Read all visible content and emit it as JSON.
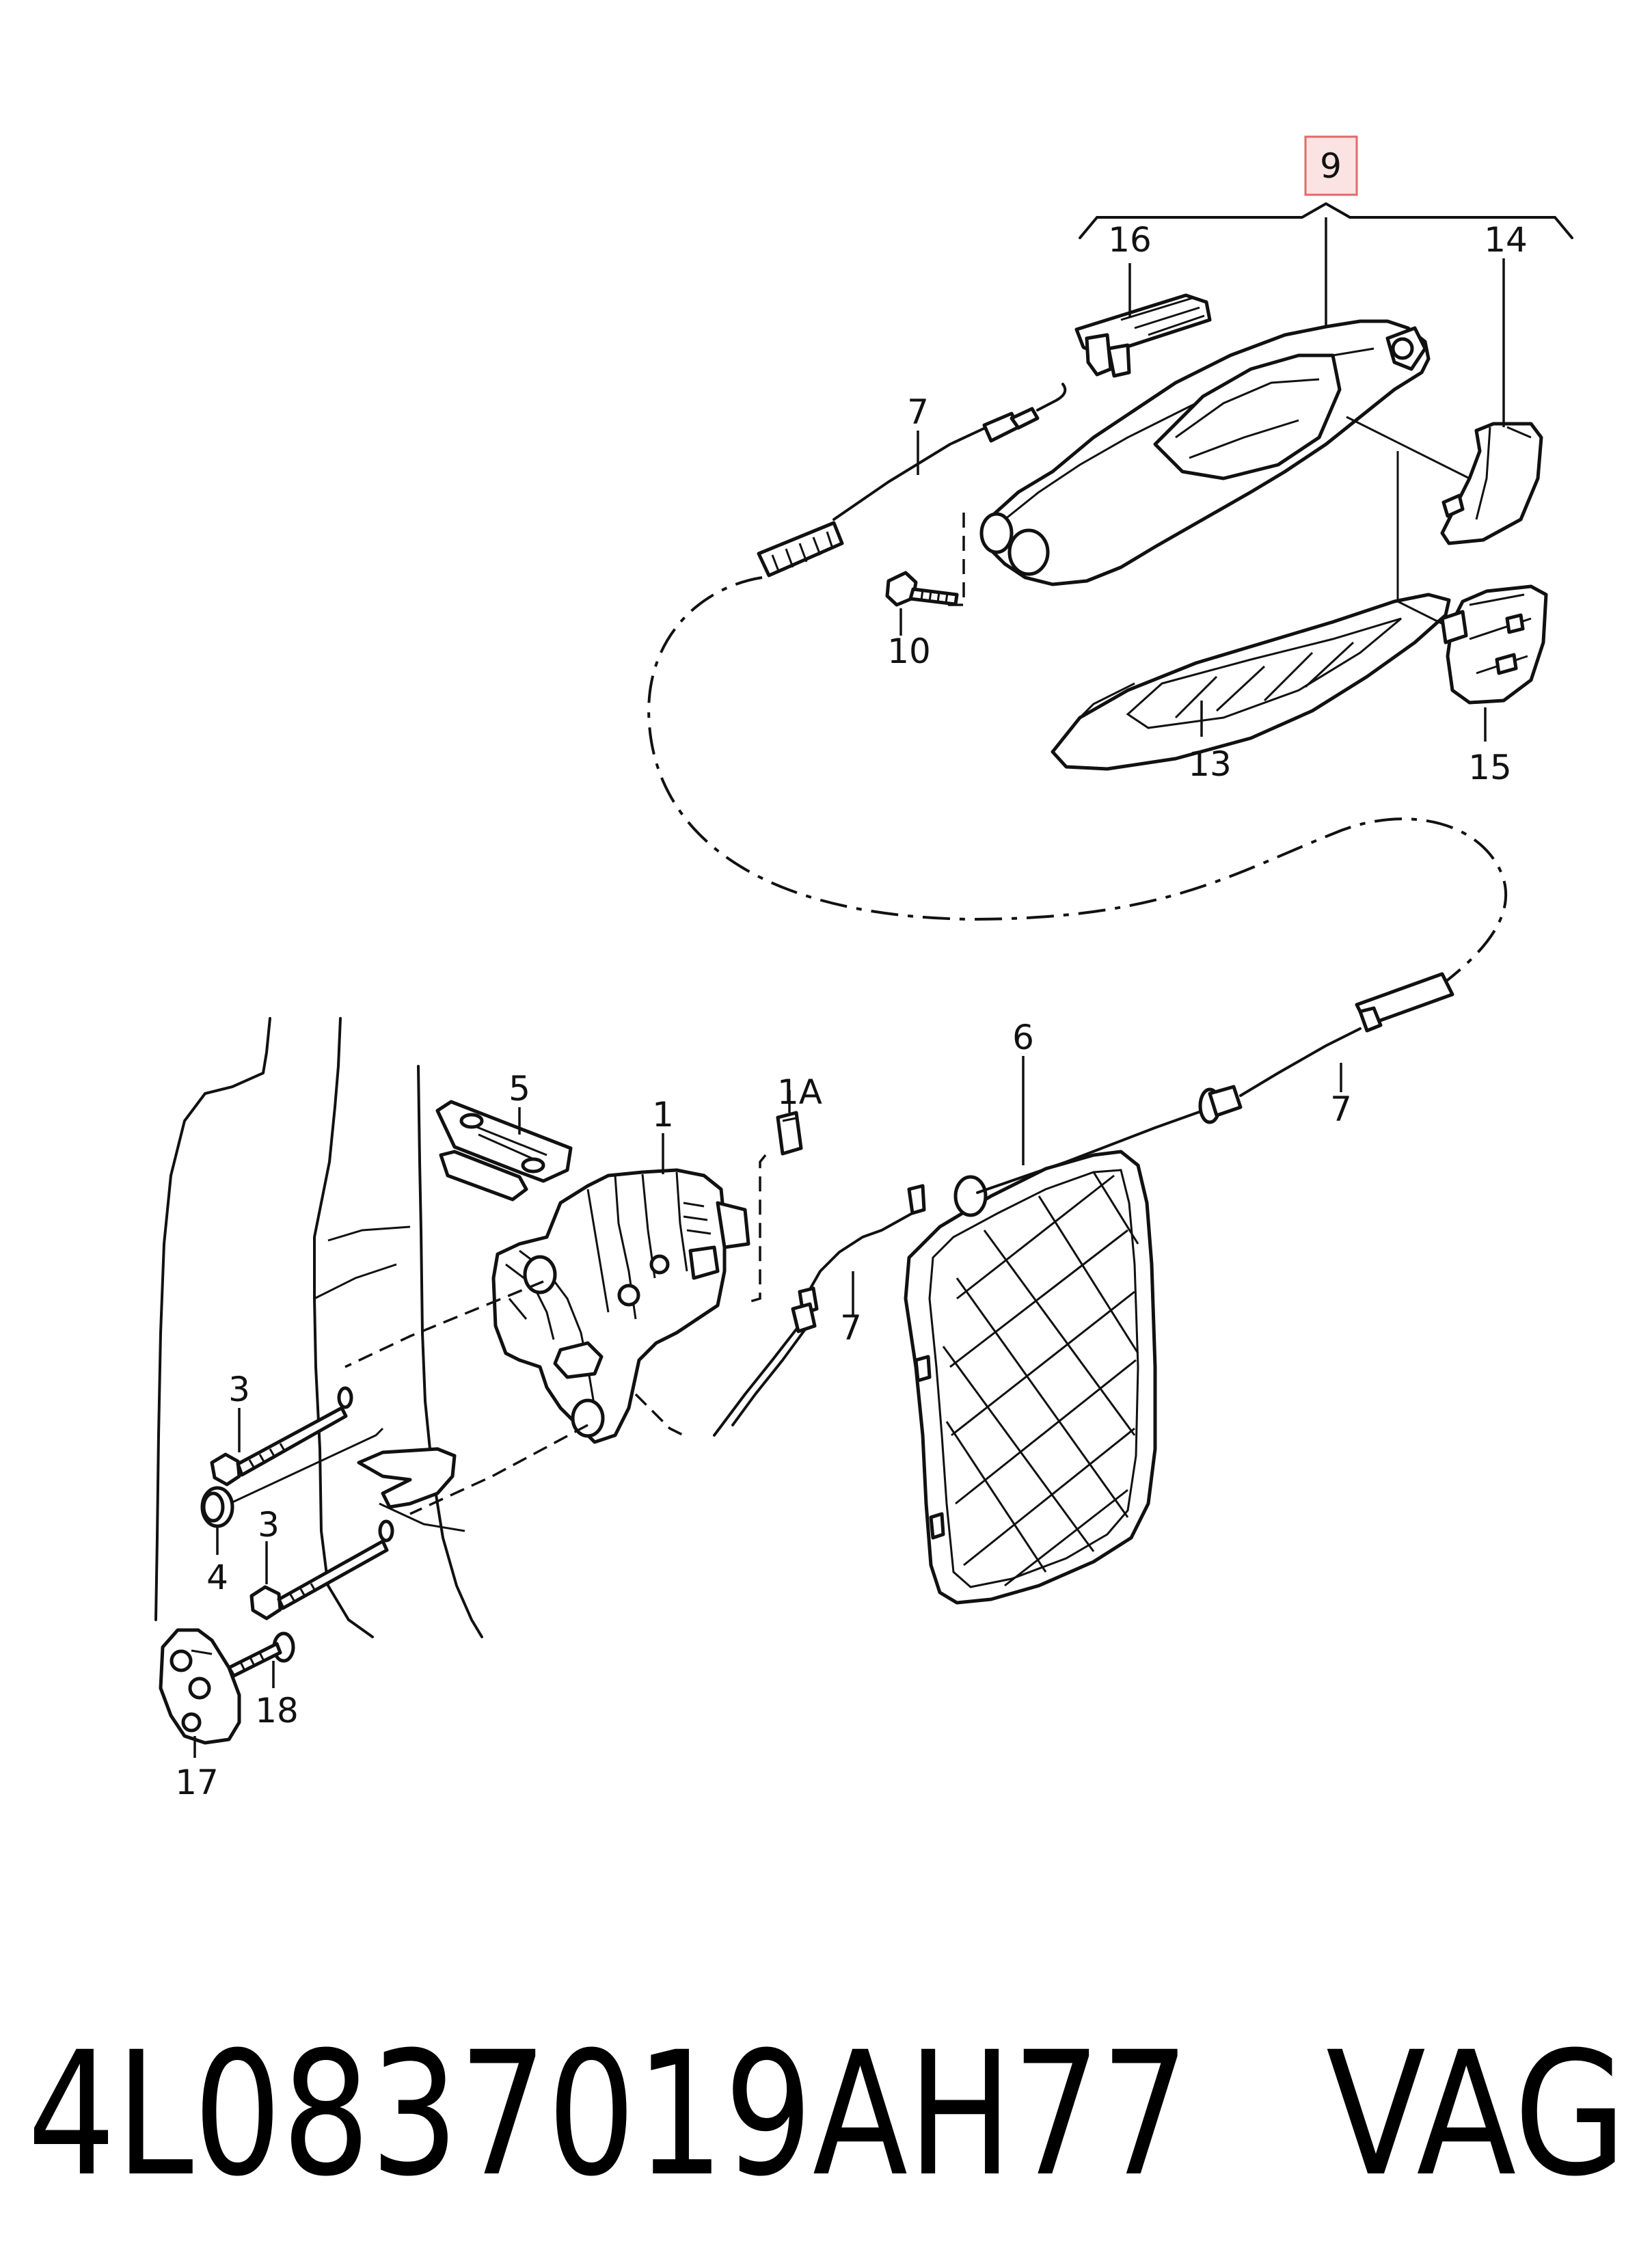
{
  "labels": {
    "l1": "1",
    "l1a": "1A",
    "l3a": "3",
    "l3b": "3",
    "l4": "4",
    "l5": "5",
    "l6": "6",
    "l7a": "7",
    "l7b": "7",
    "l7c": "7",
    "l9": "9",
    "l10": "10",
    "l13": "13",
    "l14": "14",
    "l15": "15",
    "l16": "16",
    "l17": "17",
    "l18": "18"
  },
  "highlight_color": "#e06a6a",
  "highlight_fill": "#fbe3e3",
  "footer": {
    "part_number": "4L0837019AH77",
    "brand": "VAG"
  }
}
